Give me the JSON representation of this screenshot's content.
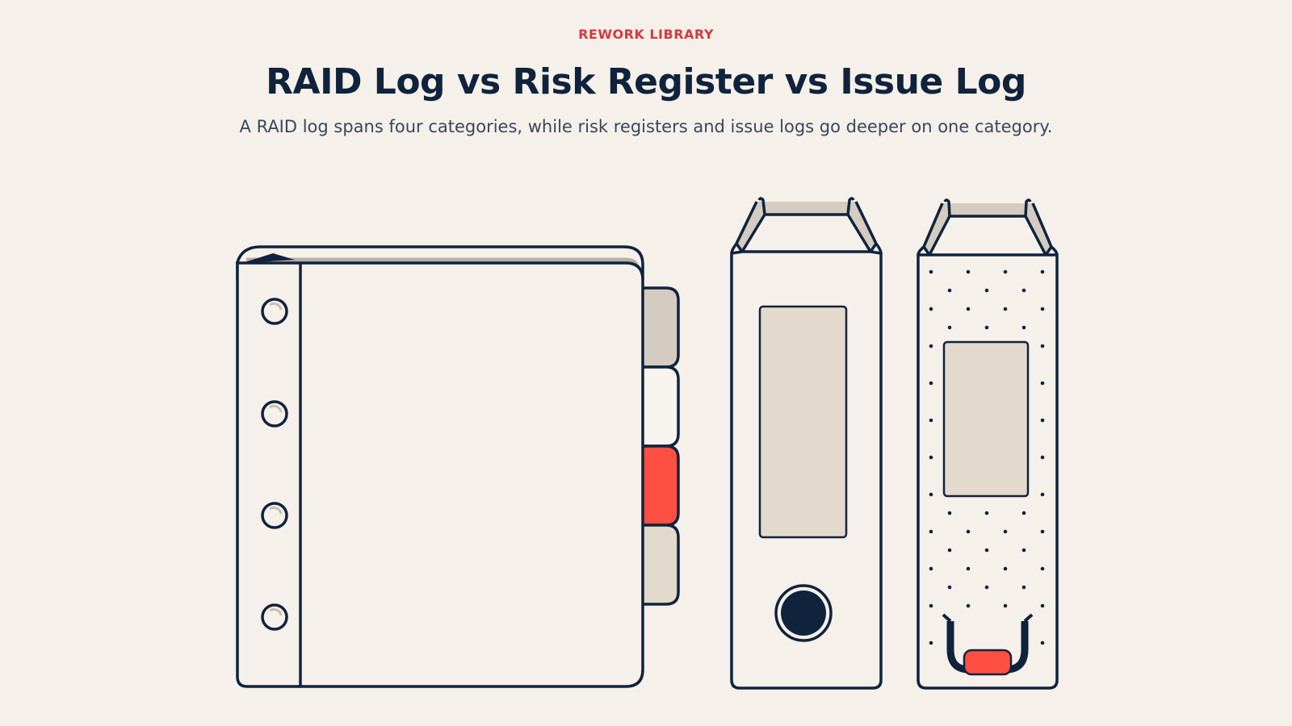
{
  "header": {
    "eyebrow": "REWORK LIBRARY",
    "title": "RAID Log vs Risk Register vs Issue Log",
    "subtitle": "A RAID log spans four categories, while risk registers and issue logs go deeper on one category."
  },
  "illustration": {
    "binders": [
      {
        "id": "raid-log",
        "kind": "ring-binder",
        "tab_count": 4,
        "ring_count": 4
      },
      {
        "id": "risk-register",
        "kind": "lever-arch-file"
      },
      {
        "id": "issue-log",
        "kind": "dotted-box-file"
      }
    ]
  },
  "colors": {
    "background": "#f5f0e9",
    "ink": "#10233d",
    "accent": "#ff4f42",
    "eyebrow": "#d9383f",
    "paper": "#f5f0e9",
    "label": "#e3d9cc",
    "tab_taupe": "#d4cbc1",
    "tab_white": "#f7f4ef",
    "tab_beige": "#e2d9cd"
  }
}
